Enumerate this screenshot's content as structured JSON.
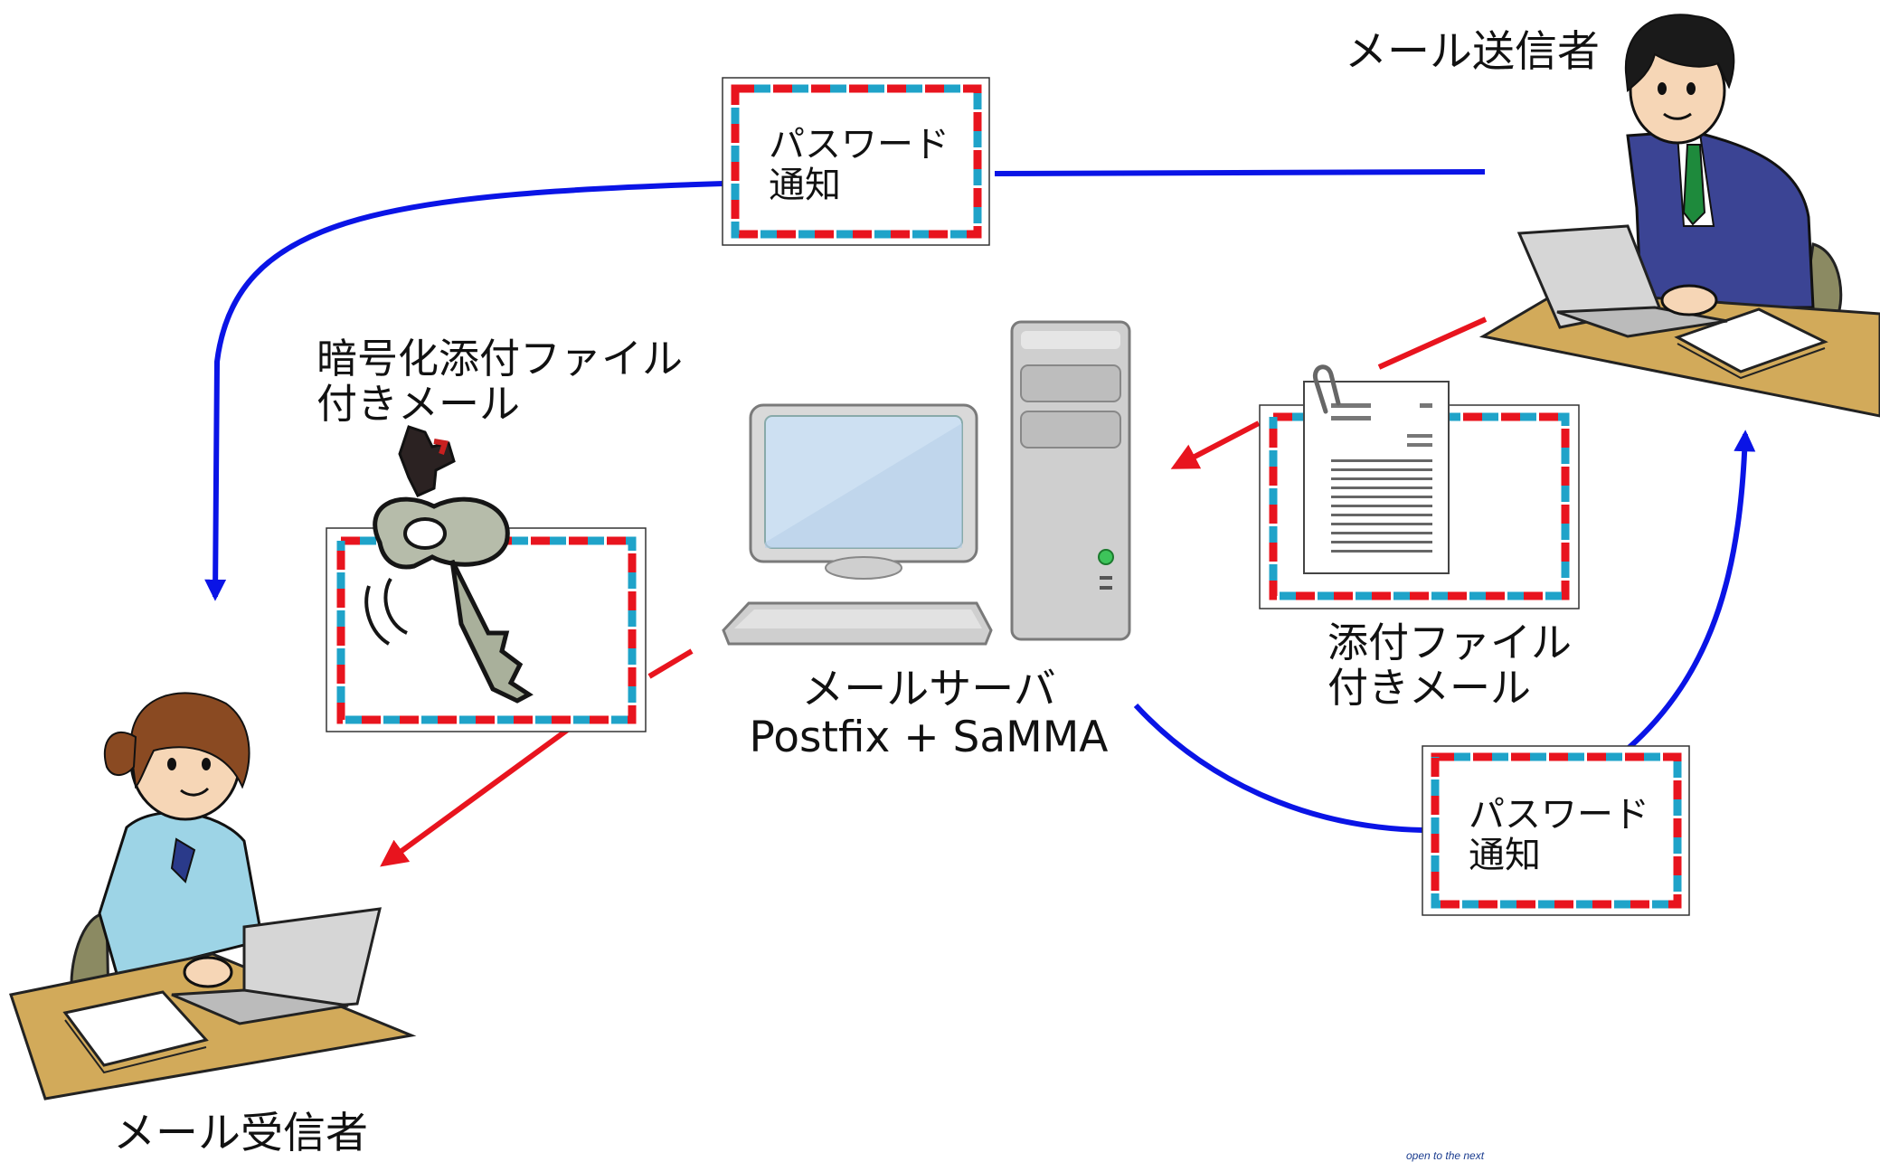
{
  "sender_label": "メール送信者",
  "receiver_label": "メール受信者",
  "server": {
    "line1": "メールサーバ",
    "line2": "Postfix + SaMMA"
  },
  "encrypted_attachment_label": {
    "line1": "暗号化添付ファイル",
    "line2": "付きメール"
  },
  "attachment_label": {
    "line1": "添付ファイル",
    "line2": "付きメール"
  },
  "password_notice_top": {
    "line1": "パスワード",
    "line2": "通知"
  },
  "password_notice_bottom": {
    "line1": "パスワード",
    "line2": "通知"
  },
  "watermark": "open to the next",
  "colors": {
    "password_flow": "#0a14e6",
    "mail_flow": "#e8141e",
    "envelope_red": "#e8141e",
    "envelope_blue": "#1fa3c9",
    "desk": "#d2aa5a"
  }
}
